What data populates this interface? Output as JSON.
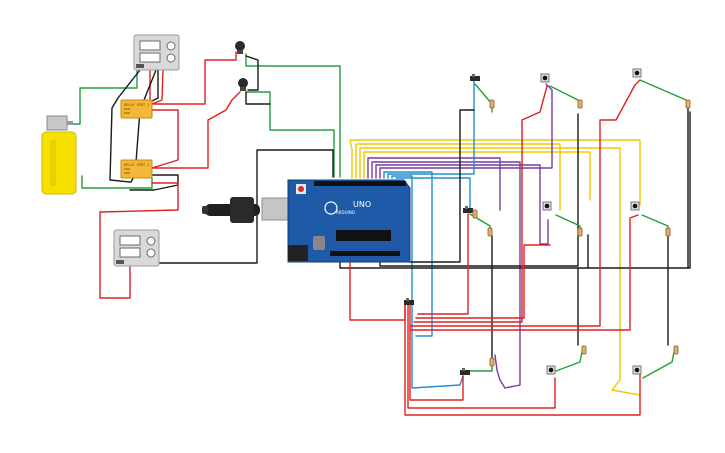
{
  "board": {
    "logo_text": "ARDUINO",
    "model_text": "UNO"
  },
  "relays": [
    {
      "label": "RELAY SPDT 1"
    },
    {
      "label": "RELAY SPDT 2"
    }
  ],
  "components": {
    "power_supplies": 2,
    "buzzers": 2,
    "slide_switches": 4,
    "push_buttons": 6,
    "resistors": 10,
    "dc_motor": 1
  },
  "wire_colors": {
    "red": "#e02020",
    "black": "#1a1a1a",
    "green": "#22a03a",
    "yellow": "#f0c800",
    "blue": "#1f8fd0",
    "purple": "#7b3aa0",
    "board": "#1e5aa8",
    "motor": "#f5e000",
    "relay": "#f3b73a"
  },
  "icons": [
    "battery-pack-icon",
    "buzzer-icon",
    "relay-icon",
    "dc-motor-icon",
    "usb-cable-icon",
    "slide-switch-icon",
    "push-button-icon",
    "resistor-icon"
  ]
}
